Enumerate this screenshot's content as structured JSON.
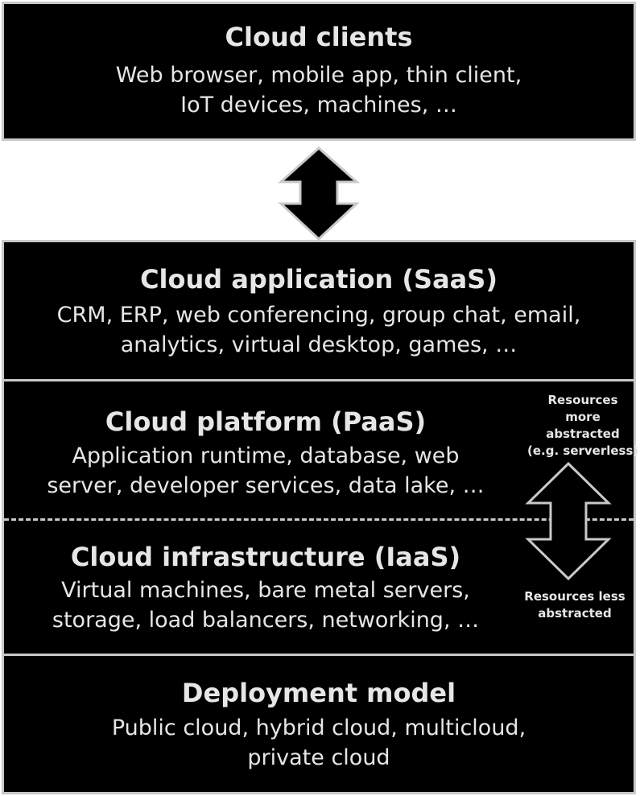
{
  "clients": {
    "title": "Cloud clients",
    "lines": [
      "Web browser, mobile app, thin client,",
      "IoT devices, machines, …"
    ]
  },
  "saas": {
    "title": "Cloud application (SaaS)",
    "lines": [
      "CRM, ERP, web conferencing, group chat, email,",
      "analytics, virtual desktop, games, …"
    ]
  },
  "paas": {
    "title": "Cloud platform (PaaS)",
    "lines": [
      "Application runtime, database, web",
      "server, developer services, data lake, …"
    ]
  },
  "iaas": {
    "title": "Cloud infrastructure (IaaS)",
    "lines": [
      "Virtual machines, bare metal servers,",
      "storage, load balancers, networking, …"
    ]
  },
  "deployment": {
    "title": "Deployment model",
    "lines": [
      "Public cloud, hybrid cloud, multicloud,",
      "private cloud"
    ]
  },
  "abstraction": {
    "top_lines": [
      "Resources",
      "more",
      "abstracted",
      "(e.g. serverless)"
    ],
    "bottom_lines": [
      "Resources less",
      "abstracted"
    ]
  },
  "colors": {
    "block_fill": "#000000",
    "border": "#c9c9c9",
    "text": "#e6e6e6"
  },
  "icons": [
    "double-arrow-icon",
    "abstraction-arrow-icon"
  ]
}
